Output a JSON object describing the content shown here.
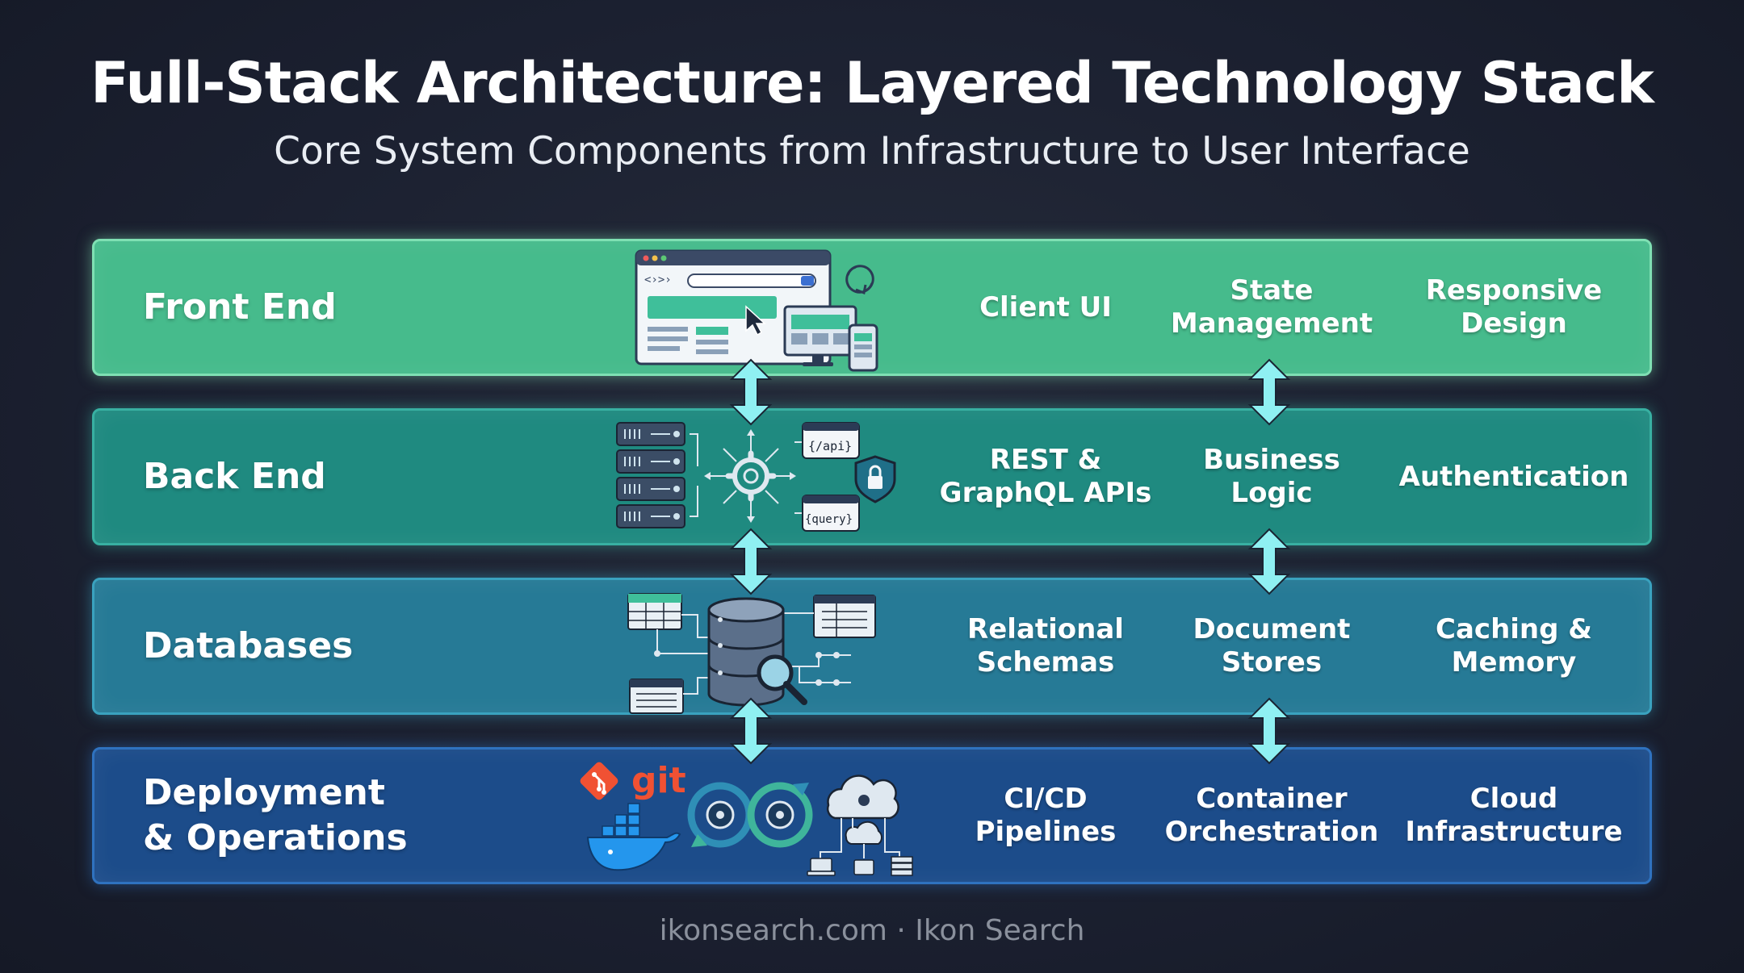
{
  "title": "Full-Stack Architecture: Layered Technology Stack",
  "subtitle": "Core System Components from Infrastructure to User Interface",
  "layers": [
    {
      "title": "Front End",
      "fill": "#46bb8c",
      "border": "#7fe0b3",
      "components": [
        "Client UI",
        "State\nManagement",
        "Responsive\nDesign"
      ]
    },
    {
      "title": "Back End",
      "fill": "#1f8a80",
      "border": "#38b0a2",
      "components": [
        "REST &\nGraphQL APIs",
        "Business\nLogic",
        "Authentication"
      ]
    },
    {
      "title": "Databases",
      "fill": "#267a96",
      "border": "#3aa2bf",
      "components": [
        "Relational\nSchemas",
        "Document\nStores",
        "Caching &\nMemory"
      ]
    },
    {
      "title": "Deployment\n& Operations",
      "fill": "#1c4c8a",
      "border": "#2f72bf",
      "components": [
        "CI/CD\nPipelines",
        "Container\nOrchestration",
        "Cloud\nInfrastructure"
      ]
    }
  ],
  "illustrations": {
    "backend_api_label": "{/api}",
    "backend_query_label": "{query}",
    "git_label": "git"
  },
  "connector_color": "#8ff0f2",
  "footer": "ikonsearch.com · Ikon Search"
}
